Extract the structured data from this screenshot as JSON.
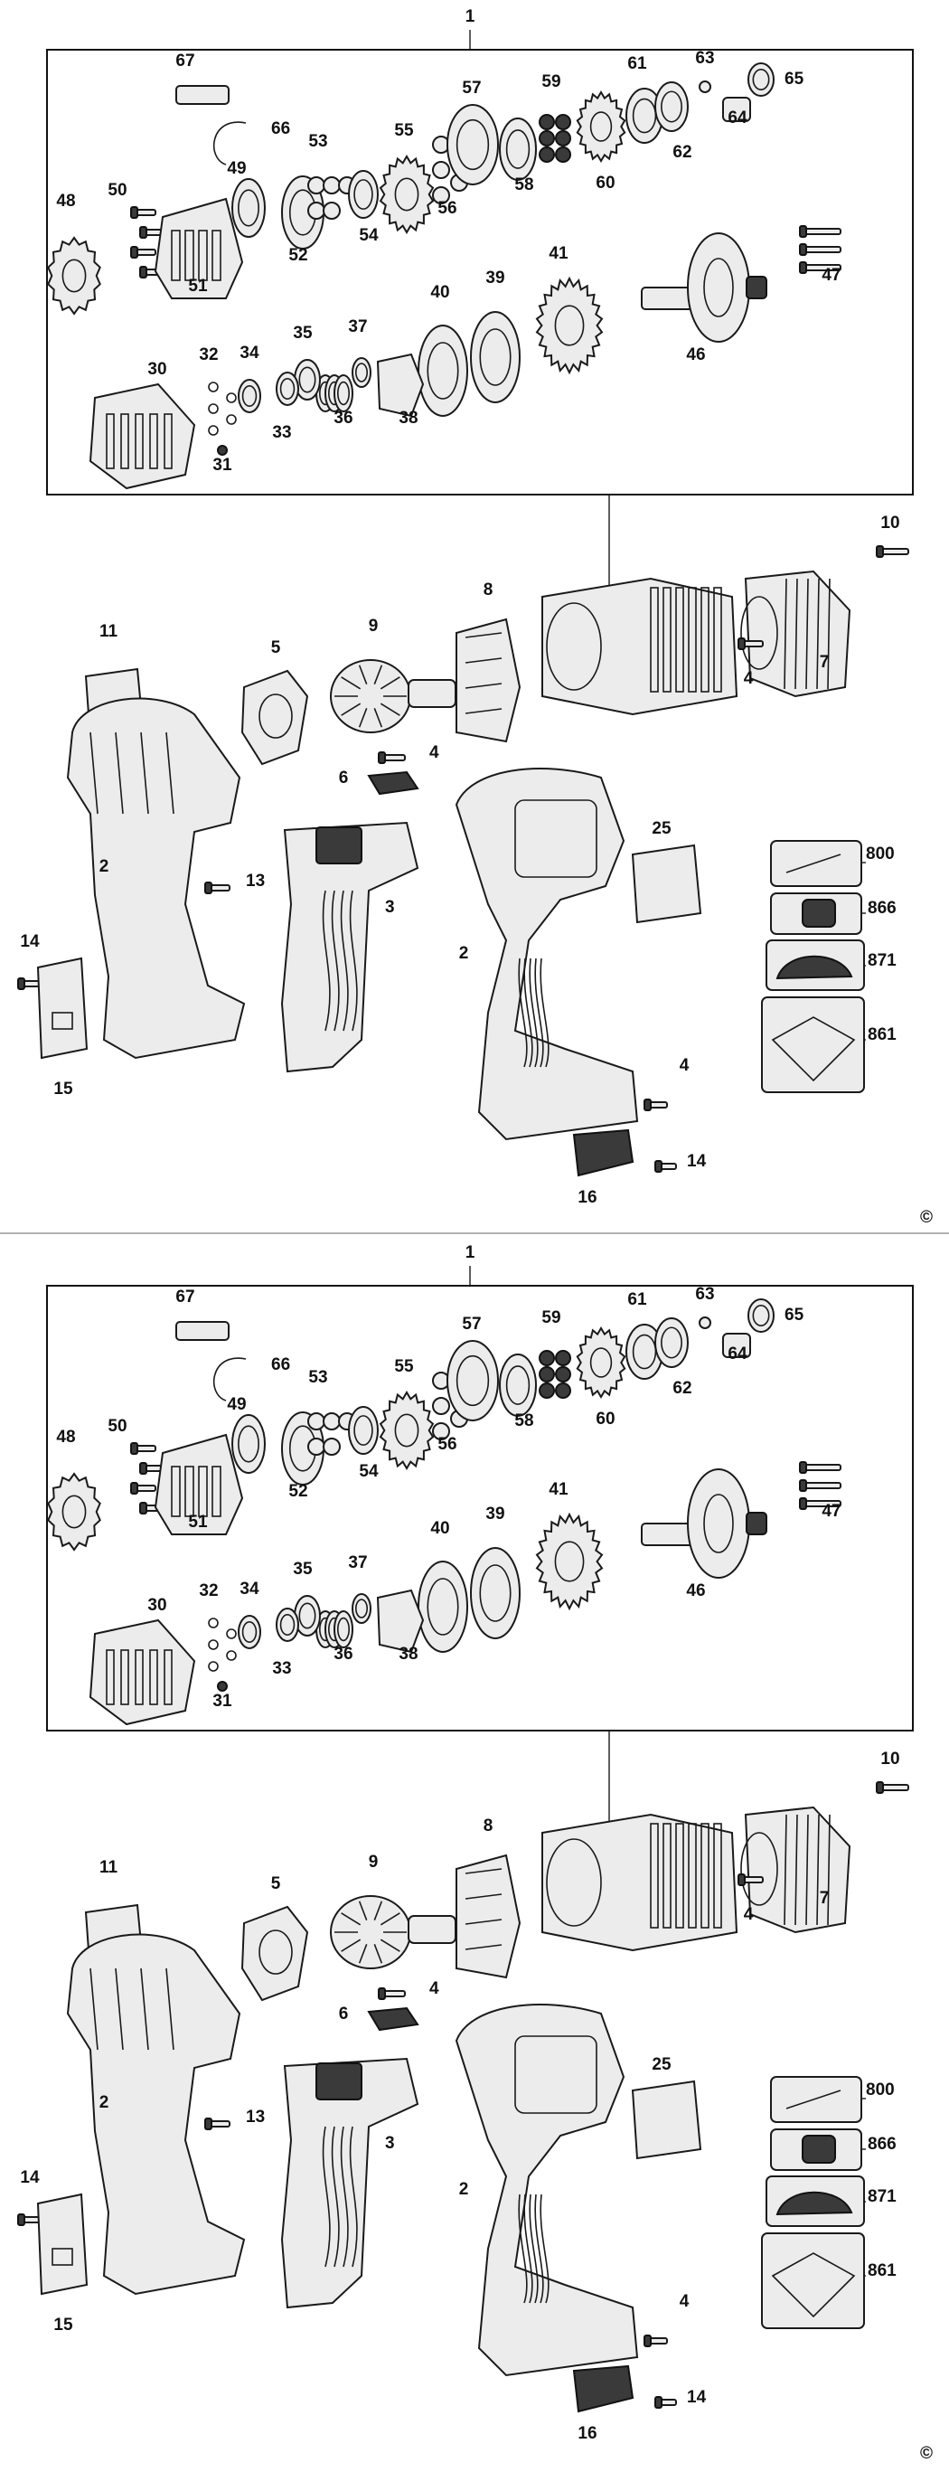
{
  "sheets": [
    {
      "id": "top",
      "labels": {
        "l1": "1",
        "l67": "67",
        "l66": "66",
        "l57": "57",
        "l59": "59",
        "l61": "61",
        "l63": "63",
        "l65": "65",
        "l64": "64",
        "l62": "62",
        "l60": "60",
        "l58": "58",
        "l56": "56",
        "l55": "55",
        "l53": "53",
        "l54": "54",
        "l52": "52",
        "l49": "49",
        "l50": "50",
        "l48": "48",
        "l51": "51",
        "l47": "47",
        "l46": "46",
        "l41": "41",
        "l39": "39",
        "l40": "40",
        "l37": "37",
        "l35": "35",
        "l38": "38",
        "l36": "36",
        "l34": "34",
        "l32": "32",
        "l30": "30",
        "l33": "33",
        "l31": "31",
        "l10": "10",
        "l8": "8",
        "l7": "7",
        "l4a": "4",
        "l11": "11",
        "l5": "5",
        "l9": "9",
        "l4b": "4",
        "l6": "6",
        "l13": "13",
        "l3": "3",
        "l2a": "2",
        "l14a": "14",
        "l15": "15",
        "l25": "25",
        "l2b": "2",
        "l4c": "4",
        "l14b": "14",
        "l16": "16",
        "l800": "800",
        "l866": "866",
        "l871": "871",
        "l861": "861"
      },
      "copyright": "©"
    },
    {
      "id": "bottom",
      "labels": {
        "l1": "1",
        "l67": "67",
        "l66": "66",
        "l57": "57",
        "l59": "59",
        "l61": "61",
        "l63": "63",
        "l65": "65",
        "l64": "64",
        "l62": "62",
        "l60": "60",
        "l58": "58",
        "l56": "56",
        "l55": "55",
        "l53": "53",
        "l54": "54",
        "l52": "52",
        "l49": "49",
        "l50": "50",
        "l48": "48",
        "l51": "51",
        "l47": "47",
        "l46": "46",
        "l41": "41",
        "l39": "39",
        "l40": "40",
        "l37": "37",
        "l35": "35",
        "l38": "38",
        "l36": "36",
        "l34": "34",
        "l32": "32",
        "l30": "30",
        "l33": "33",
        "l31": "31",
        "l10": "10",
        "l8": "8",
        "l7": "7",
        "l4a": "4",
        "l11": "11",
        "l5": "5",
        "l9": "9",
        "l4b": "4",
        "l6": "6",
        "l13": "13",
        "l3": "3",
        "l2a": "2",
        "l14a": "14",
        "l15": "15",
        "l25": "25",
        "l2b": "2",
        "l4c": "4",
        "l14b": "14",
        "l16": "16",
        "l800": "800",
        "l866": "866",
        "l871": "871",
        "l861": "861"
      },
      "copyright": "©"
    }
  ],
  "colors": {
    "ink": "#111111",
    "part_fill": "#ececec",
    "dark_fill": "#3a3a3a",
    "background": "#ffffff"
  }
}
